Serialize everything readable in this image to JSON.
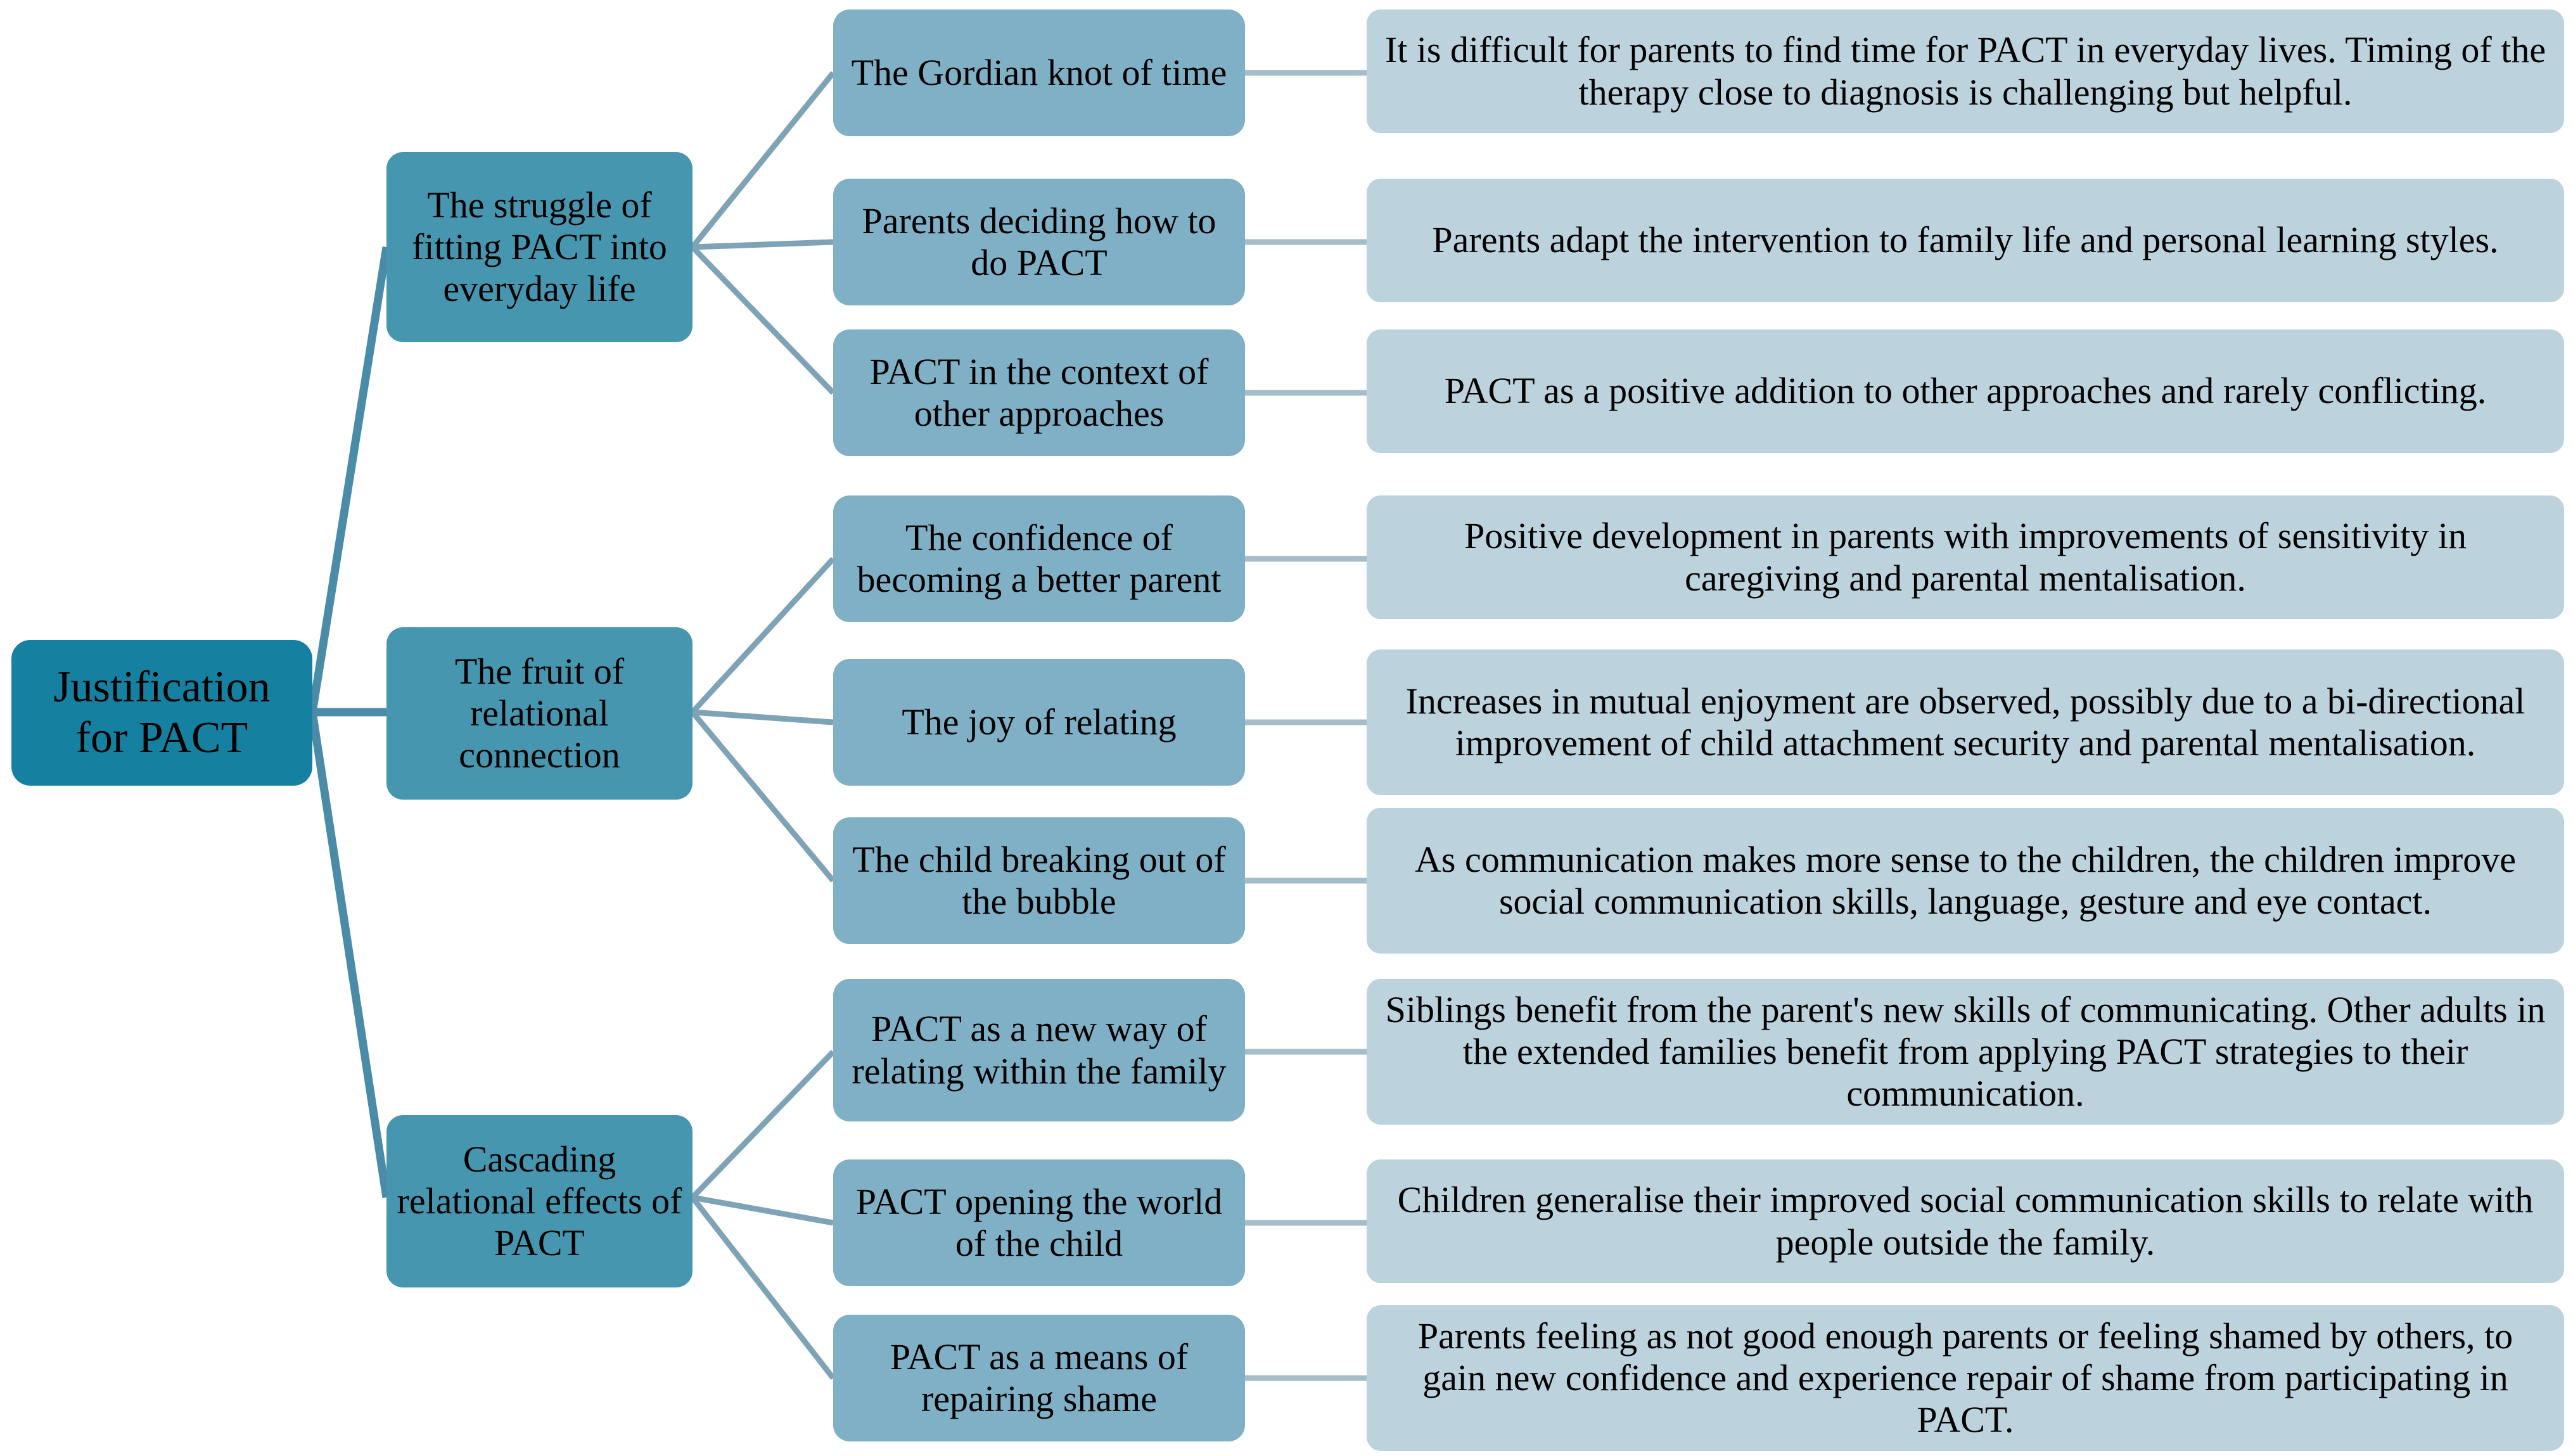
{
  "diagram": {
    "title": "Justification for PACT thematic map",
    "colors": {
      "root": "#1680a0",
      "level2": "#4796b0",
      "level3": "#7fb0c6",
      "description": "#bcd2dd",
      "connector_primary": "#4a8ca8",
      "connector_secondary": "#9fb6c4",
      "background": "#ffffff",
      "text": "#000000"
    },
    "root": {
      "label": "Justification\nfor PACT"
    },
    "themes": [
      {
        "label": "The struggle of fitting PACT into everyday life",
        "subthemes": [
          {
            "label": "The Gordian knot of time",
            "description": "It is difficult for parents to find time for PACT in everyday lives. Timing of the therapy close to diagnosis is challenging but helpful."
          },
          {
            "label": "Parents deciding how to do PACT",
            "description": "Parents adapt the intervention to family life and personal learning styles."
          },
          {
            "label": "PACT in the context of other approaches",
            "description": "PACT as a positive addition to other approaches and rarely conflicting."
          }
        ]
      },
      {
        "label": "The fruit of relational connection",
        "subthemes": [
          {
            "label": "The confidence of becoming a better parent",
            "description": "Positive development in parents with improvements of sensitivity in caregiving and parental mentalisation."
          },
          {
            "label": "The joy of relating",
            "description": "Increases in mutual enjoyment are observed, possibly due to a bi-directional improvement of child attachment security and parental mentalisation."
          },
          {
            "label": "The child breaking out of the bubble",
            "description": "As communication makes more sense to the children, the children improve social communication skills, language, gesture and eye contact."
          }
        ]
      },
      {
        "label": "Cascading relational effects of PACT",
        "subthemes": [
          {
            "label": "PACT as a new way of relating within the family",
            "description": "Siblings benefit from the parent's new skills of communicating. Other adults in the extended families benefit from applying PACT strategies to their communication."
          },
          {
            "label": "PACT opening the world of the child",
            "description": "Children generalise their improved social communication skills to relate with people outside the family."
          },
          {
            "label": "PACT as a means of repairing shame",
            "description": "Parents feeling as not good enough parents or feeling shamed by others, to gain new confidence and experience repair of shame  from participating in PACT."
          }
        ]
      }
    ]
  }
}
